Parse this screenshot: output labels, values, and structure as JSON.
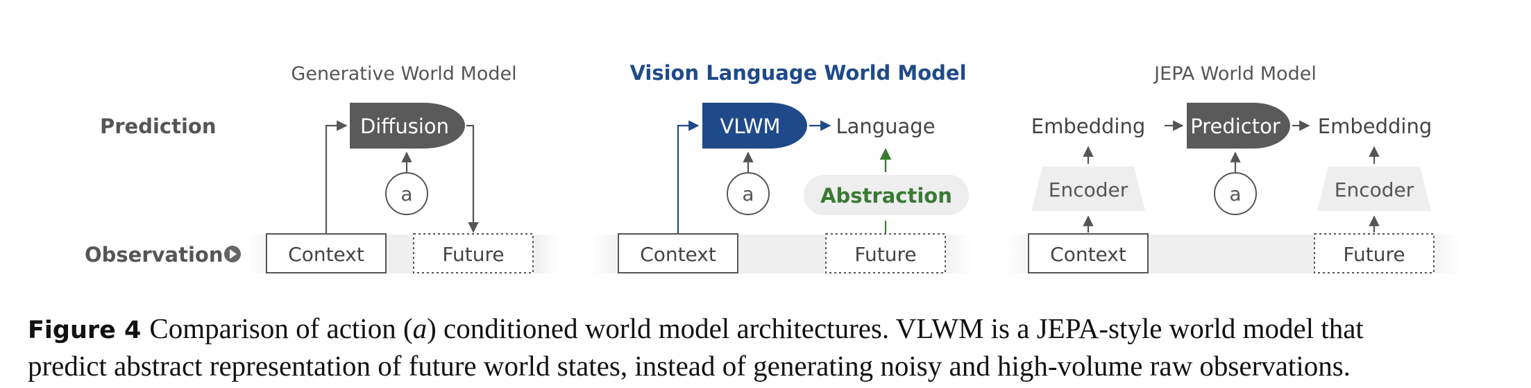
{
  "colors": {
    "gray_dark": "#5a5a5a",
    "gray_text": "#555555",
    "blue": "#1f4a8a",
    "green": "#3a7a33",
    "band": "#efefef",
    "pill": "#eeeeee"
  },
  "row_labels": {
    "prediction": "Prediction",
    "observation": "Observation",
    "observation_icon": "play-circle-icon"
  },
  "panels": {
    "generative": {
      "title": "Generative World Model",
      "model": "Diffusion",
      "action": "a",
      "context": "Context",
      "future": "Future"
    },
    "vlwm": {
      "title": "Vision Language World Model",
      "model": "VLWM",
      "output": "Language",
      "abstraction": "Abstraction",
      "action": "a",
      "context": "Context",
      "future": "Future"
    },
    "jepa": {
      "title": "JEPA World Model",
      "model": "Predictor",
      "input_embedding": "Embedding",
      "output_embedding": "Embedding",
      "encoder_left": "Encoder",
      "encoder_right": "Encoder",
      "action": "a",
      "context": "Context",
      "future": "Future"
    }
  },
  "caption": {
    "label": "Figure 4",
    "line1": "Comparison of action (",
    "action_symbol": "a",
    "line1_rest": ") conditioned world model architectures. VLWM is a JEPA-style world model that",
    "line2": "predict abstract representation of future world states, instead of generating noisy and high-volume raw observations."
  }
}
